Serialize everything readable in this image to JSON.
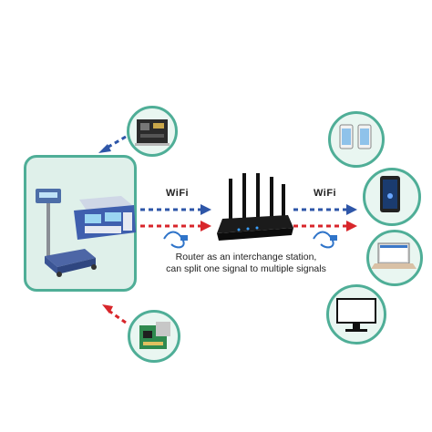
{
  "labels": {
    "wifi_left": "WiFi",
    "wifi_right": "WiFi",
    "caption_line1": "Router as an interchange station,",
    "caption_line2": "can split one signal to multiple signals"
  },
  "colors": {
    "accent_teal": "#4fae97",
    "arrow_blue": "#2e56a8",
    "arrow_red": "#d8262b",
    "panel_bg": "#dff0ea"
  },
  "icons": {
    "left": [
      "weighing-scale-icon",
      "circuit-board-icon",
      "serial-module-icon",
      "ethernet-cable-icon"
    ],
    "center": [
      "wifi-router-icon"
    ],
    "right": [
      "smartphones-icon",
      "tablet-icon",
      "laptop-icon",
      "monitor-icon",
      "ethernet-cable-icon"
    ]
  }
}
